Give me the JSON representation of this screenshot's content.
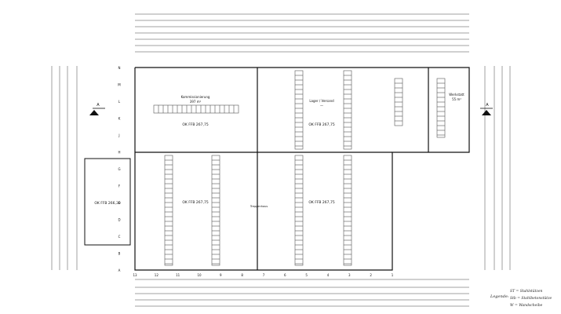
{
  "drawing": {
    "rooms": [
      {
        "key": "packaging",
        "name": "Kommissionierung",
        "area": "397 m²"
      },
      {
        "key": "storage",
        "name": "Lager / Versand",
        "area": "—"
      },
      {
        "key": "workshop",
        "name": "Werkstatt",
        "area": "55 m²"
      },
      {
        "key": "stair",
        "name": "Treppenhaus",
        "area": ""
      }
    ],
    "floor_levels": {
      "upper_left": "OK FFB 267,75",
      "upper_right": "OK FFB 267,75",
      "lower_left": "OK FFB 267,75",
      "lower_right": "OK FFB 267,75",
      "annex": "OK FFB 266,30"
    },
    "axis_letters": [
      "N",
      "M",
      "L",
      "K",
      "J",
      "H",
      "G",
      "F",
      "E",
      "D",
      "C",
      "B",
      "A"
    ],
    "axis_numbers": [
      "13",
      "12",
      "11",
      "10",
      "9",
      "8",
      "7",
      "6",
      "5",
      "4",
      "3",
      "2",
      "1"
    ],
    "section_labels": {
      "left": "A",
      "right": "A"
    },
    "legend": {
      "title": "Legende:",
      "entries": [
        "ST = Stahlstützen",
        "Stb = Stahlbetonstütze",
        "W = Wandscheibe"
      ]
    }
  }
}
